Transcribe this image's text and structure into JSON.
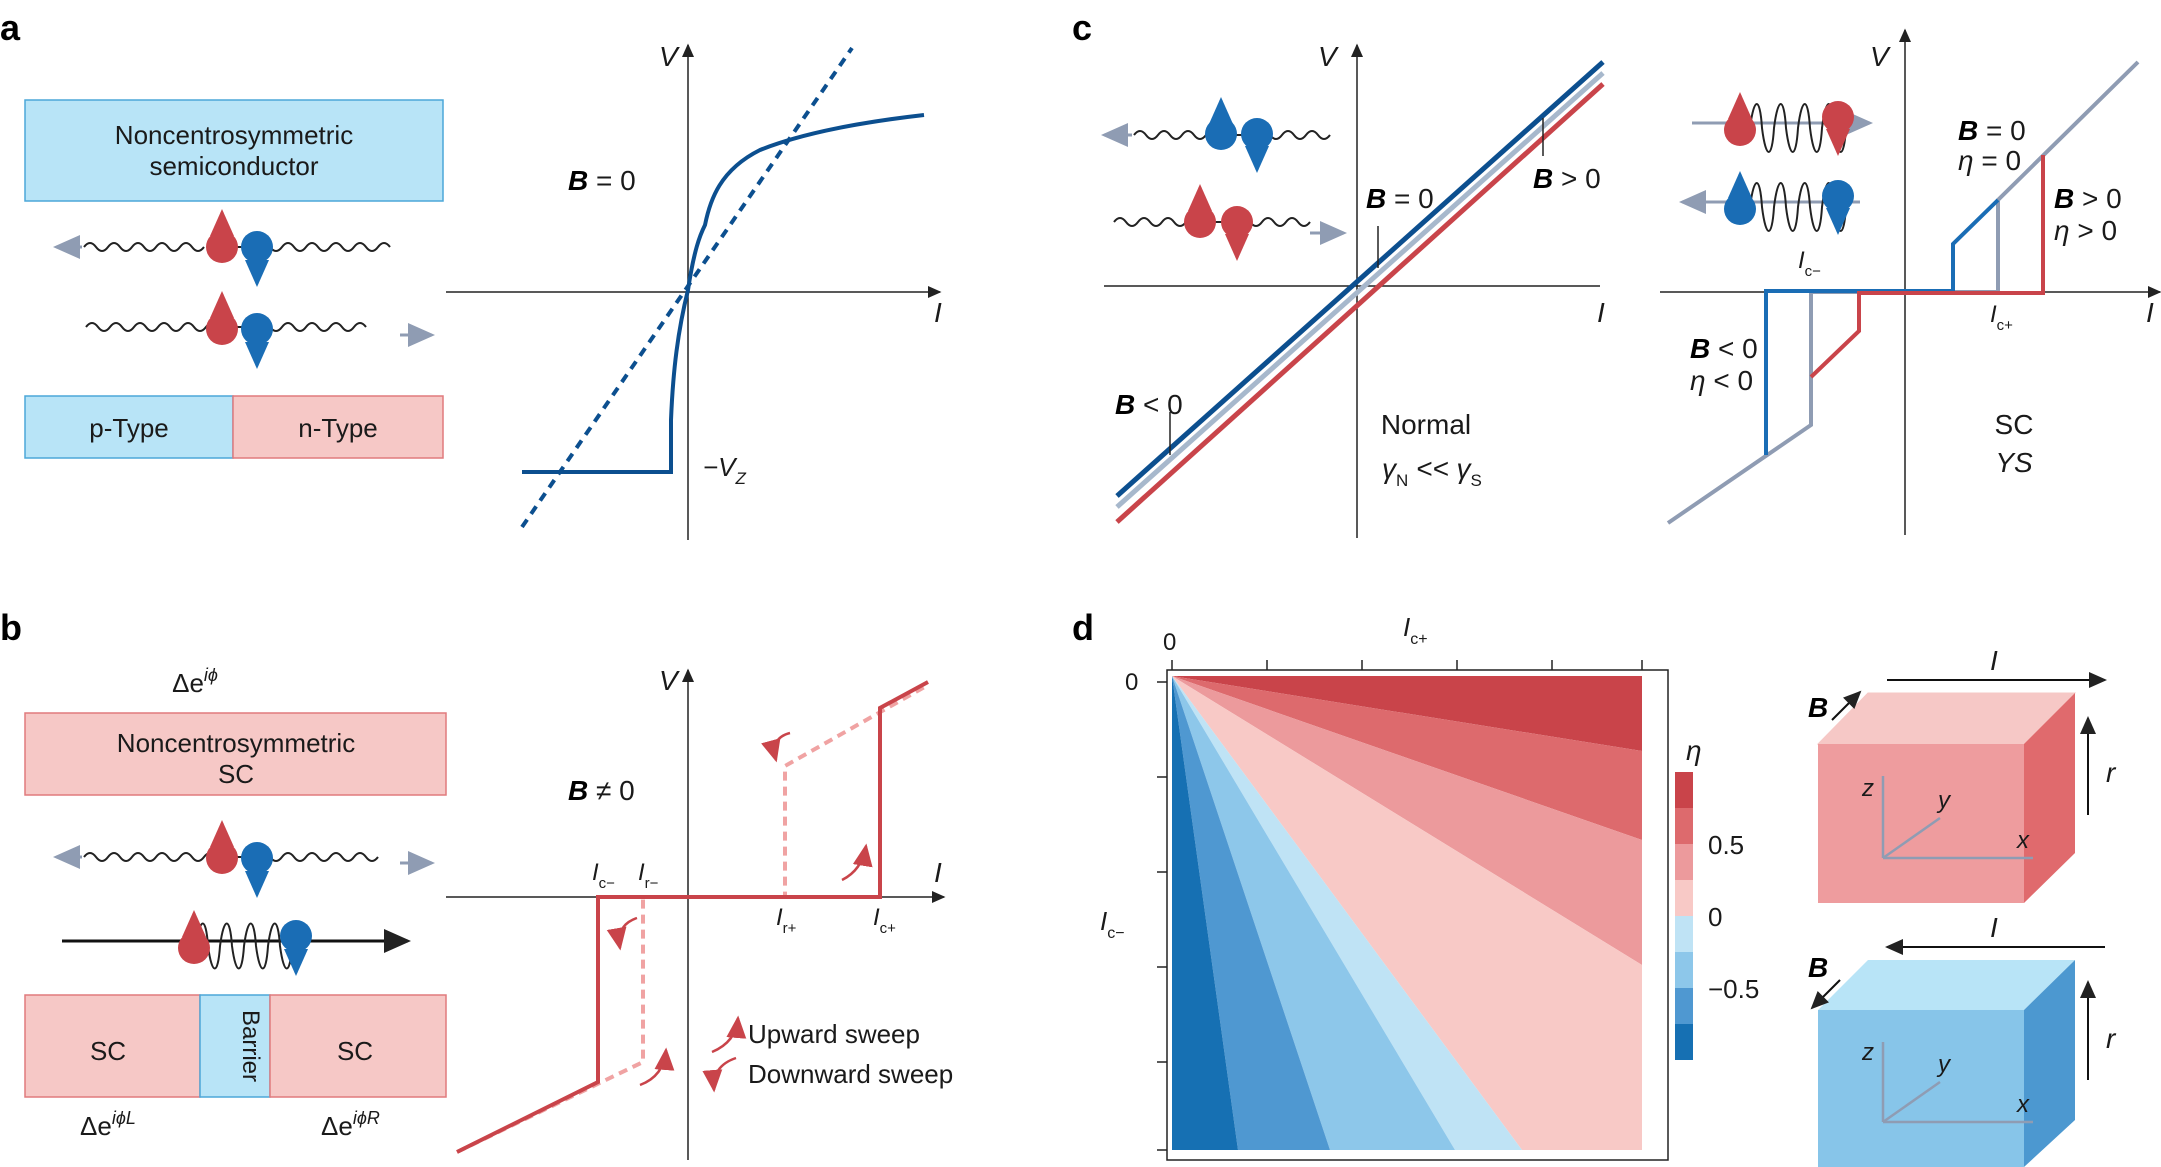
{
  "panels": {
    "a": "a",
    "b": "b",
    "c": "c",
    "d": "d"
  },
  "a": {
    "box_top_line1": "Noncentrosymmetric",
    "box_top_line2": "semiconductor",
    "p_type": "p-Type",
    "n_type": "n-Type",
    "axis_v": "V",
    "axis_i": "I",
    "b_label": "B",
    "b_eq": " = 0",
    "vz": "−V",
    "vz_sub": "Z"
  },
  "b": {
    "phase_top": "Δe",
    "phase_top_sup": "iϕ",
    "box_top_line1": "Noncentrosymmetric",
    "box_top_line2": "SC",
    "sc_left": "SC",
    "barrier": "Barrier",
    "sc_right": "SC",
    "phase_left": "Δe",
    "phase_left_sup": "iϕL",
    "phase_right": "Δe",
    "phase_right_sup": "iϕR",
    "axis_v": "V",
    "axis_i": "I",
    "b_label": "B",
    "b_eq": " ≠ 0",
    "ic_minus": "I",
    "ic_minus_sub": "c−",
    "ir_minus": "I",
    "ir_minus_sub": "r−",
    "ir_plus": "I",
    "ir_plus_sub": "r+",
    "ic_plus": "I",
    "ic_plus_sub": "c+",
    "legend_up": "Upward sweep",
    "legend_down": "Downward sweep"
  },
  "c": {
    "axis_v": "V",
    "axis_i": "I",
    "b_label": "B",
    "b_zero": " = 0",
    "b_pos": " > 0",
    "b_neg": " < 0",
    "normal": "Normal",
    "gamma_n": "γ",
    "gamma_n_sub": "N",
    "gamma_ll": " << γ",
    "gamma_s_sub": "S",
    "eta": "η",
    "eta_zero": " = 0",
    "eta_pos": " > 0",
    "eta_neg": " < 0",
    "ic_minus": "I",
    "ic_minus_sub": "c−",
    "ic_plus": "I",
    "ic_plus_sub": "c+",
    "sc": "SC",
    "ys": "YS"
  },
  "d": {
    "ic_plus": "I",
    "ic_plus_sub": "c+",
    "ic_minus": "I",
    "ic_minus_sub": "c−",
    "zero_top": "0",
    "zero_left": "0",
    "colorbar_title": "η",
    "colorbar_ticks": [
      "0.5",
      "0",
      "−0.5"
    ],
    "colorbar_colors": [
      "#c9444a",
      "#dd6a6d",
      "#ec9a9c",
      "#f8c9c6",
      "#bfe3f5",
      "#8dc7ea",
      "#4f98d1",
      "#1670b3"
    ],
    "cube_i": "I",
    "cube_b": "B",
    "cube_r": "r",
    "axis_x": "x",
    "axis_y": "y",
    "axis_z": "z"
  },
  "colors": {
    "red": "#c9444a",
    "blue": "#1a6db5",
    "dark_blue": "#0c4f8f",
    "grey": "#8f9cb3",
    "light_red": "#f6c8c6",
    "light_blue": "#b8e4f7"
  }
}
